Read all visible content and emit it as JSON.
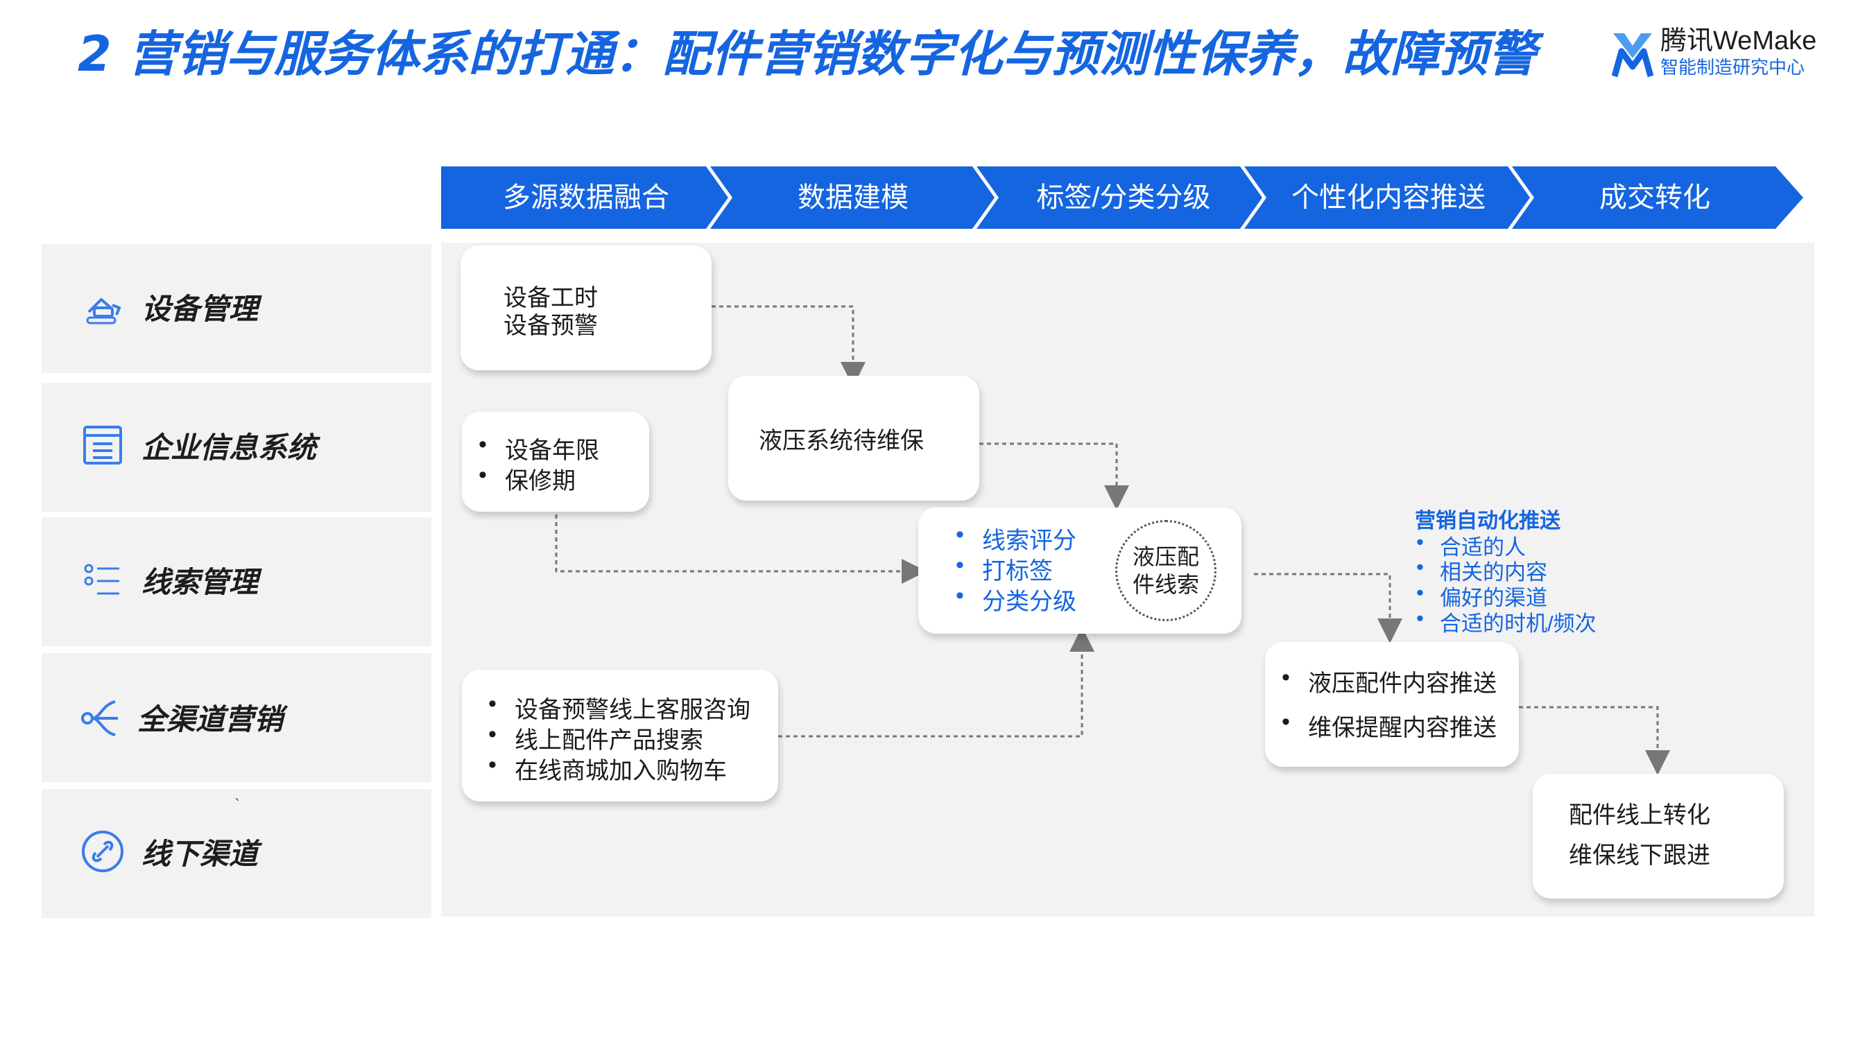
{
  "title": "2 营销与服务体系的打通：配件营销数字化与预测性保养，故障预警",
  "logo": {
    "name": "腾讯WeMake",
    "subtitle": "智能制造研究中心"
  },
  "colors": {
    "brand_blue": "#1565e0",
    "panel_gray": "#f2f2f2",
    "text_dark": "#1b1b1b"
  },
  "stages": [
    "多源数据融合",
    "数据建模",
    "标签/分类分级",
    "个性化内容推送",
    "成交转化"
  ],
  "rows": [
    {
      "label": "设备管理",
      "icon": "machine-icon"
    },
    {
      "label": "企业信息系统",
      "icon": "document-list-icon"
    },
    {
      "label": "线索管理",
      "icon": "list-icon"
    },
    {
      "label": "全渠道营销",
      "icon": "channel-branch-icon"
    },
    {
      "label": "线下渠道",
      "icon": "link-circle-icon"
    }
  ],
  "flow": {
    "equipment_hours": [
      "设备工时",
      "设备预警"
    ],
    "equipment_age": [
      "设备年限",
      "保修期"
    ],
    "hydraulic_pending": "液压系统待维保",
    "lead_tags": [
      "线索评分",
      "打标签",
      "分类分级"
    ],
    "lead_circle": [
      "液压配",
      "件线索"
    ],
    "online_signals": [
      "设备预警线上客服咨询",
      "线上配件产品搜索",
      "在线商城加入购物车"
    ],
    "push": [
      "液压配件内容推送",
      "维保提醒内容推送"
    ],
    "conversion": [
      "配件线上转化",
      "维保线下跟进"
    ]
  },
  "annotation": {
    "title": "营销自动化推送",
    "items": [
      "合适的人",
      "相关的内容",
      "偏好的渠道",
      "合适的时机/频次"
    ]
  },
  "stray_mark": "`"
}
